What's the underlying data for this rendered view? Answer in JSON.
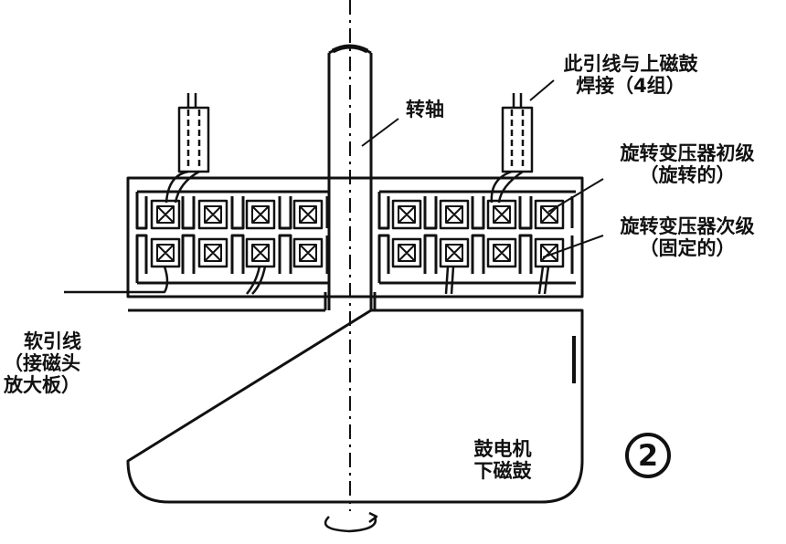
{
  "labels": {
    "shaft": "转轴",
    "lead_weld_line1": "此引线与上磁鼓",
    "lead_weld_line2": "焊接（4组）",
    "primary_line1": "旋转变压器初级",
    "primary_line2": "（旋转的）",
    "secondary_line1": "旋转变压器次级",
    "secondary_line2": "（固定的）",
    "soft_lead_line1": "软引线",
    "soft_lead_line2": "（接磁头",
    "soft_lead_line3": "放大板）",
    "motor_line1": "鼓电机",
    "motor_line2": "下磁鼓",
    "figure_number": "2"
  },
  "colors": {
    "ink": "#111111",
    "paper": "#ffffff"
  }
}
